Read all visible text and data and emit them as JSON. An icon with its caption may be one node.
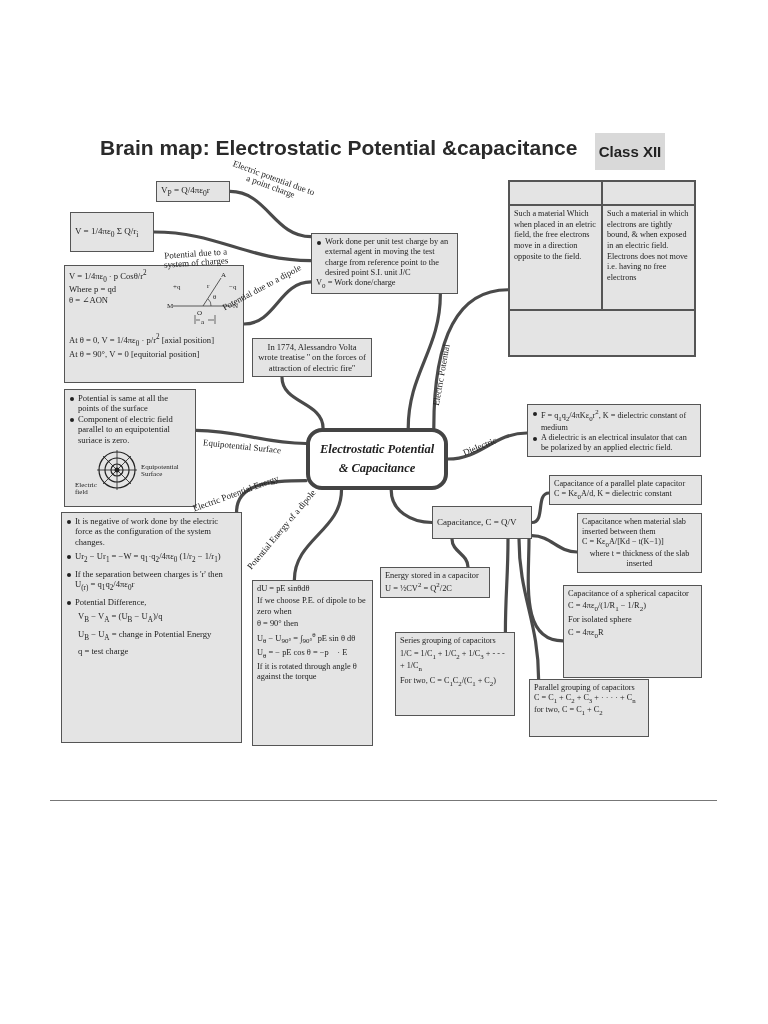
{
  "diagram": {
    "title": "Brain map: Electrostatic Potential &capacitance",
    "nodes": [
      {
        "text": [
          "V$_{P}$ = Q/4πε$_{0}$r"
        ]
      },
      {
        "text": [
          "V = 1/4πε$_{0}$ Σ Q/r$_{i}$"
        ]
      },
      {
        "text": [
          "V = 1/4πε$_{0}$ · p Cosθ/r$^{2}$",
          "Where p = qd",
          "θ = ∠AON",
          "At θ = 0, V = 1/4πε$_{0}$ · p/r$^{2}$ [axial position]",
          "At θ = 90°, V = 0 [equitorial position]"
        ]
      },
      {
        "text": [
          "Work done per unit test charge by an external agent in moving the test charge from reference point to the desired point S.I. unit J/C",
          "V$_{0}$ = Work done/charge"
        ]
      },
      {
        "text": [
          "Such a material Which when placed in an eletric field, the free electrons move in a direction opposite to the field.",
          "Such a material in which electrons are tightly bound, & when exposed in an electric field. Electrons does not move i.e. having no free electrons"
        ]
      },
      {
        "text": [
          "In 1774, Alessandro Volta wrote treatise '' on the forces of attraction of electric fire''"
        ]
      },
      {
        "text": [
          "Potential is same at all the points of the surface",
          "Component of electric field parallel to an equipotential suriace is zero.",
          "Equipotential Surface",
          "Electric field"
        ]
      },
      {
        "text": [
          "Electrostatic Potential & Capacitance"
        ]
      },
      {
        "text": [
          "F = q$_{1}$q$_{2}$/4πKε$_{0}$r$^{2}$, K = dielectric constant of medium",
          "A dielectric is an electrical insulator that can be polarized by an applied electric field."
        ]
      },
      {
        "text": [
          "It is negative of work done by the electric force as the configuration of the system changes.",
          "Ur$_{2}$ − Ur$_{1}$ = −W = q$_{1}$·q$_{2}$/4πε$_{0}$ (1/r$_{2}$ − 1/r$_{1}$)",
          "If the separation between charges is 'r' then U$_{(r)}$ = q$_{1}$q$_{2}$/4πε$_{0}$r",
          "Potential Difference,",
          "V$_{B}$ − V$_{A}$ = (U$_{B}$ − U$_{A}$)/q",
          "U$_{B}$ − U$_{A}$ = change in Potential Energy",
          "q = test charge"
        ]
      },
      {
        "text": [
          "Capacitance, C = Q/V"
        ]
      },
      {
        "text": [
          "dU = pE sinθdθ",
          "If we choose P.E. of dipole to be zero when",
          "θ = 90° then",
          "U$_{θ}$ − U$_{90°}$ = ∫$_{90°}$$^{θ}$ pE sin θ dθ",
          "U$_{θ}$ = − pE cos θ = −p⃗ · E⃗",
          "If it is rotated through angle θ against the torque"
        ]
      },
      {
        "text": [
          "Capacitance of a parallel plate capacitor",
          "C = Kε$_{0}$A/d,   K = dielectric constant"
        ]
      },
      {
        "text": [
          "Capacitance when material slab inserted between them",
          "C = Kε$_{0}$A/[Kd − t(K−1)]",
          "where t = thickness of the slab inserted"
        ]
      },
      {
        "text": [
          "Energy stored in a capacitor",
          "U = ½CV$^{2}$ = Q$^{2}$/2C"
        ]
      },
      {
        "text": [
          "Capacitance of a spherical capacitor",
          "C = 4πε$_{0}$/(1/R$_{1}$ − 1/R$_{2}$)",
          "For isolated sphere",
          "C = 4πε$_{0}$R"
        ]
      },
      {
        "text": [
          "Series grouping of capacitors",
          "1/C = 1/C$_{1}$ + 1/C$_{2}$ + 1/C$_{3}$ + - - - + 1/C$_{n}$",
          "For two, C = C$_{1}$C$_{2}$/(C$_{1}$ + C$_{2}$)"
        ]
      },
      {
        "text": [
          "Parallel grouping of capacitors",
          "C = C$_{1}$ + C$_{2}$ + C$_{3}$ + · · · · + C$_{n}$",
          "for two, C = C$_{1}$ + C$_{2}$"
        ]
      }
    ],
    "edges": [
      {
        "from": 3,
        "to": 0,
        "arrow": "none",
        "label": "Electric potential due to a point charge"
      },
      {
        "from": 3,
        "to": 1,
        "arrow": "none",
        "label": "Potential due to a system of charges"
      },
      {
        "from": 3,
        "to": 2,
        "arrow": "none",
        "label": "Potential due to a dipole"
      },
      {
        "from": 7,
        "to": 3,
        "arrow": "none",
        "label": "Electric Potential"
      },
      {
        "from": 7,
        "to": 4,
        "arrow": "none"
      },
      {
        "from": 5,
        "to": 7,
        "arrow": "none"
      },
      {
        "from": 7,
        "to": 6,
        "arrow": "none",
        "label": "Equipotential Surface"
      },
      {
        "from": 7,
        "to": 8,
        "arrow": "none",
        "label": "Dielectric"
      },
      {
        "from": 7,
        "to": 9,
        "arrow": "none",
        "label": "Electric Potential Energy"
      },
      {
        "from": 7,
        "to": 11,
        "arrow": "none",
        "label": "Potential Energy of a dipole"
      },
      {
        "from": 7,
        "to": 10,
        "arrow": "none"
      },
      {
        "from": 10,
        "to": 12,
        "arrow": "none"
      },
      {
        "from": 10,
        "to": 13,
        "arrow": "none"
      },
      {
        "from": 10,
        "to": 14,
        "arrow": "none"
      },
      {
        "from": 10,
        "to": 15,
        "arrow": "none"
      },
      {
        "from": 10,
        "to": 16,
        "arrow": "none"
      },
      {
        "from": 10,
        "to": 17,
        "arrow": "none"
      }
    ],
    "labels": [
      "Class XII",
      "A",
      "r",
      "+q",
      "−q",
      "θ",
      "M",
      "O",
      "N",
      "a"
    ]
  }
}
